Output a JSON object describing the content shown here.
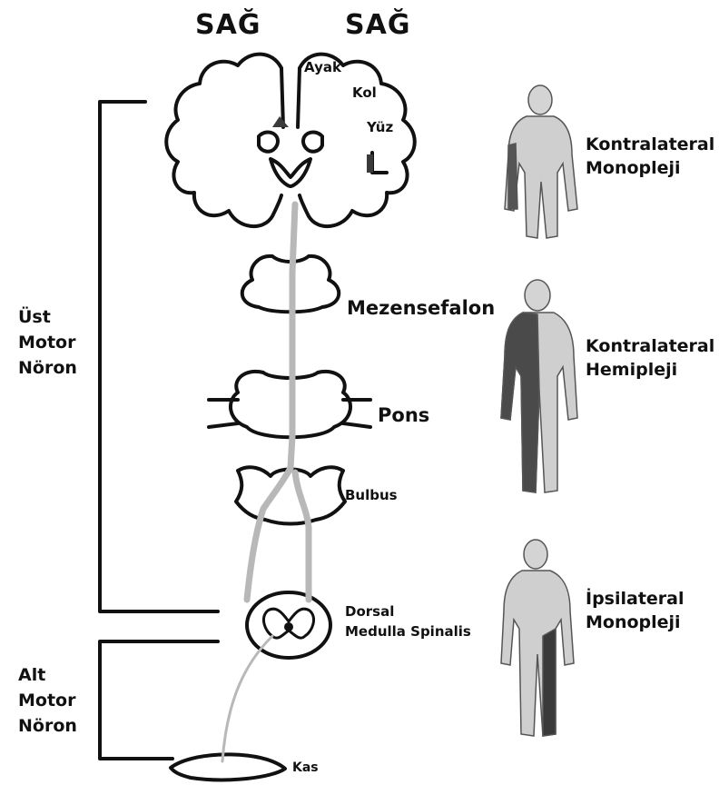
{
  "header": {
    "left_title": "SAĞ",
    "right_title": "SAĞ"
  },
  "cortex_labels": {
    "foot": "Ayak",
    "arm": "Kol",
    "face": "Yüz"
  },
  "structures": {
    "midbrain": "Mezensefalon",
    "pons": "Pons",
    "medulla": "Bulbus",
    "spinal_cord_line1": "Dorsal",
    "spinal_cord_line2": "Medulla Spinalis",
    "muscle": "Kas"
  },
  "neurons": {
    "upper": [
      "Üst",
      "Motor",
      "Nöron"
    ],
    "lower": [
      "Alt",
      "Motor",
      "Nöron"
    ]
  },
  "outcomes": [
    {
      "line1": "Kontralateral",
      "line2": "Monopleji"
    },
    {
      "line1": "Kontralateral",
      "line2": "Hemipleji"
    },
    {
      "line1": "İpsilateral",
      "line2": "Monopleji"
    }
  ],
  "colors": {
    "ink": "#111111",
    "tract": "#b8b8b8",
    "lesion": "#3a3a3a",
    "body": "#cfcfcf"
  }
}
